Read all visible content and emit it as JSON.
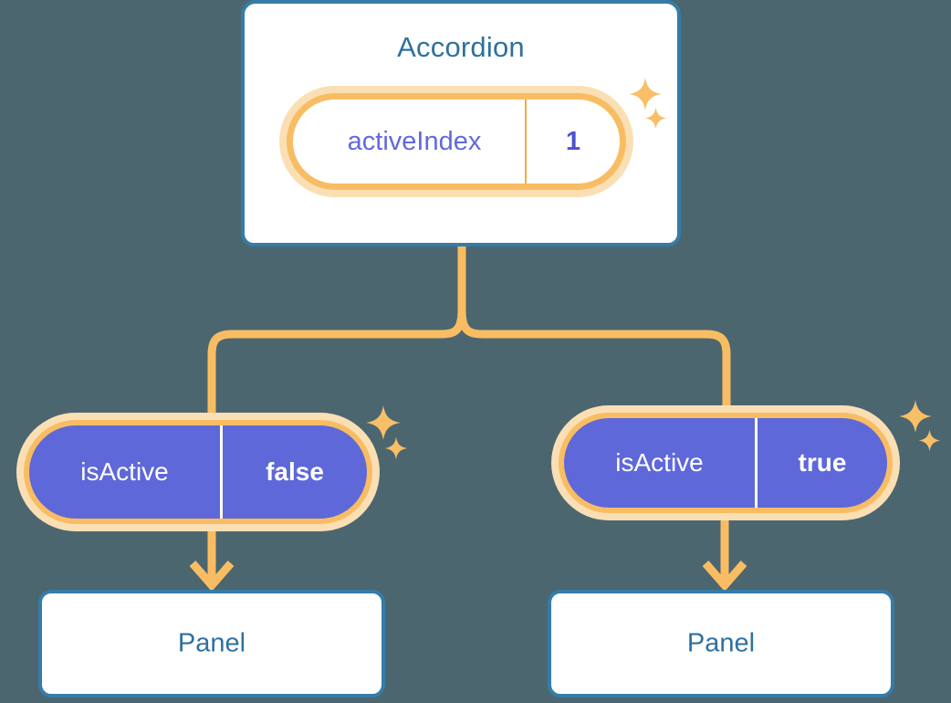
{
  "theme": {
    "background": "#4c666f",
    "card_border": "#357ca8",
    "card_fill": "#ffffff",
    "title_text": "#2e719e",
    "pill_ring": "#f8bd63",
    "pill_halo": "#fbdfb4",
    "pill_fill_active": "#5e68d8",
    "pill_text_hollow": "#6269dd",
    "connector": "#f8bd63",
    "sparkle": "#f9bf67"
  },
  "diagram": {
    "type": "component-state-tree",
    "root": {
      "title": "Accordion",
      "state": {
        "key": "activeIndex",
        "value": "1",
        "style": "hollow"
      }
    },
    "children": [
      {
        "state": {
          "key": "isActive",
          "value": "false",
          "style": "filled"
        },
        "child": {
          "title": "Panel"
        }
      },
      {
        "state": {
          "key": "isActive",
          "value": "true",
          "style": "filled"
        },
        "child": {
          "title": "Panel"
        }
      }
    ]
  },
  "icons": {
    "sparkle_large": "sparkle-icon",
    "sparkle_small": "sparkle-icon",
    "arrow_down": "arrow-down-icon"
  }
}
